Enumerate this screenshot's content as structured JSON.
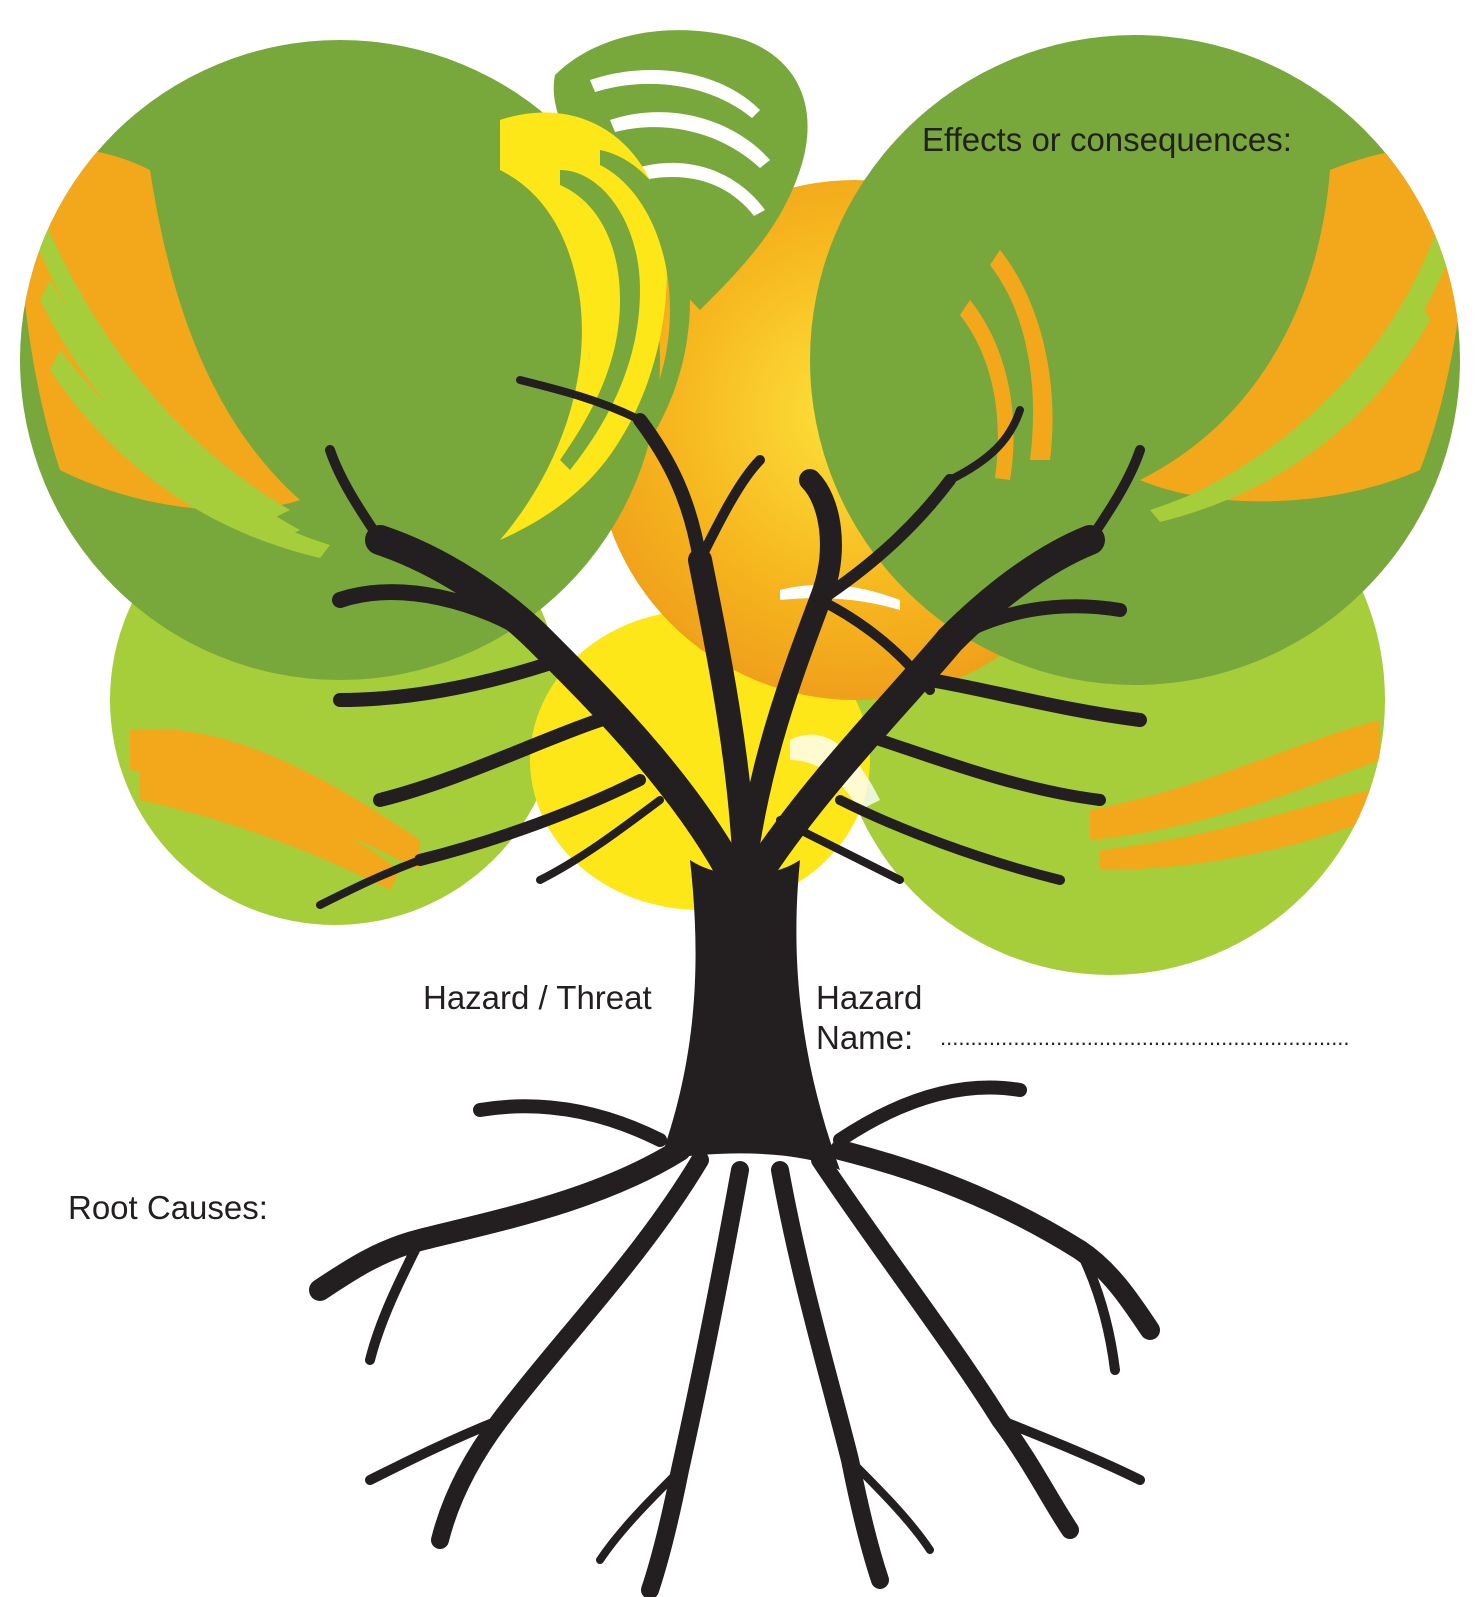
{
  "labels": {
    "effects": "Effects or consequences:",
    "hazard_threat": "Hazard / Threat",
    "hazard_name": "Hazard Name:",
    "name_blank": "...................................................................",
    "root_causes": "Root Causes:"
  },
  "colors": {
    "dark_green": "#78a83b",
    "light_green": "#a6cd3a",
    "orange": "#f3a81b",
    "yellow": "#fde718",
    "tree": "#231f20",
    "text": "#231f20"
  },
  "icons": {
    "canopy": "tree-canopy-swirl-icon",
    "tree": "bare-tree-with-roots-icon"
  }
}
